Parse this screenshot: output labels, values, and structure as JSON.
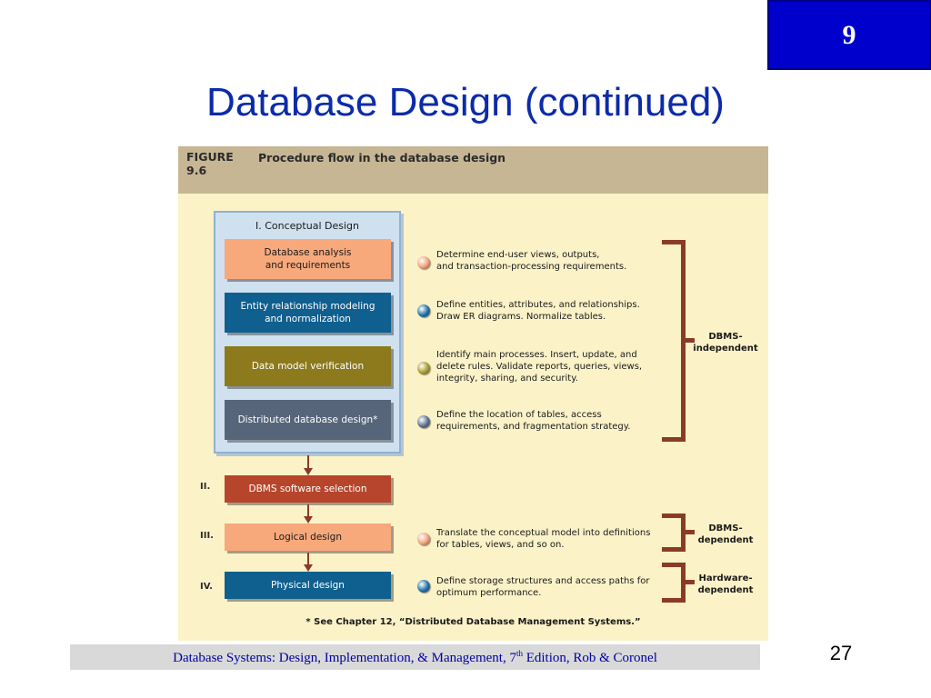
{
  "slide": {
    "chapter": "9",
    "title": "Database Design (continued)",
    "page_number": "27"
  },
  "figure": {
    "label_line1": "FIGURE",
    "label_line2": "9.6",
    "caption": "Procedure flow in the database design",
    "conceptual_title": "I. Conceptual Design",
    "steps": [
      {
        "text": "Database analysis\nand requirements",
        "color": "#f7a97c",
        "text_color": "#1a1a1a"
      },
      {
        "text": "Entity relationship modeling\nand normalization",
        "color": "#0f5f8f",
        "text_color": "#ffffff"
      },
      {
        "text": "Data model verification",
        "color": "#8c7a1c",
        "text_color": "#ffffff"
      },
      {
        "text": "Distributed database design*",
        "color": "#56657a",
        "text_color": "#ffffff"
      },
      {
        "text": "DBMS software selection",
        "color": "#b6452b",
        "text_color": "#ffffff"
      },
      {
        "text": "Logical design",
        "color": "#f7a97c",
        "text_color": "#1a1a1a"
      },
      {
        "text": "Physical design",
        "color": "#0f5f8f",
        "text_color": "#ffffff"
      }
    ],
    "roman_labels": [
      "II.",
      "III.",
      "IV."
    ],
    "descriptions": [
      {
        "text": "Determine end-user views, outputs,\nand transaction-processing requirements.",
        "bullet_color": "#f2a07a"
      },
      {
        "text": "Define entities, attributes, and relationships.\nDraw ER diagrams. Normalize tables.",
        "bullet_color": "#1a6fa8"
      },
      {
        "text": "Identify main processes. Insert, update, and\ndelete rules. Validate reports, queries, views,\nintegrity, sharing, and security.",
        "bullet_color": "#a89a2a"
      },
      {
        "text": "Define the location of tables, access\nrequirements, and fragmentation strategy.",
        "bullet_color": "#5a6f8a"
      },
      {
        "text": "Translate the conceptual model into definitions\nfor tables, views, and so on.",
        "bullet_color": "#f2a07a"
      },
      {
        "text": "Define storage structures and access paths for\noptimum performance.",
        "bullet_color": "#1a6fa8"
      }
    ],
    "scopes": [
      {
        "text": "DBMS-\nindependent"
      },
      {
        "text": "DBMS-\ndependent"
      },
      {
        "text": "Hardware-\ndependent"
      }
    ],
    "footnote": "* See Chapter 12, “Distributed Database Management Systems.”"
  },
  "footer": {
    "text_before": "Database Systems: Design, Implementation, & Management, 7",
    "superscript": "th",
    "text_after": " Edition, Rob & Coronel"
  }
}
